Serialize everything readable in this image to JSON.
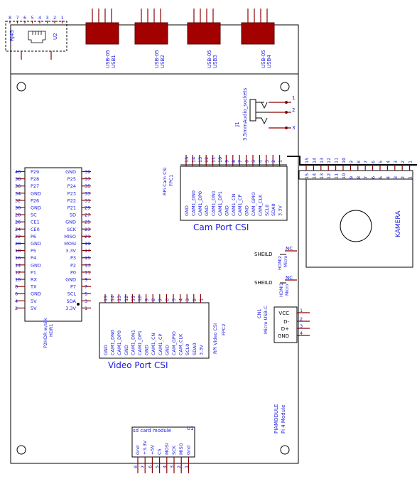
{
  "board": {
    "name": "PIAMODULE",
    "subtitle": "Pi 4 Module"
  },
  "rj45": {
    "ref": "U2",
    "name": "RJ45",
    "pins": [
      "8",
      "7",
      "6",
      "5",
      "4",
      "3",
      "2",
      "1"
    ]
  },
  "usb": [
    {
      "type": "USB-05",
      "ref": "USB1"
    },
    {
      "type": "USB-05",
      "ref": "USB2"
    },
    {
      "type": "USB-05",
      "ref": "USB3"
    },
    {
      "type": "USB-05",
      "ref": "USB4"
    }
  ],
  "audio": {
    "ref": "J1",
    "name": "3.5mmAudio_sockets",
    "pins": [
      "1",
      "2",
      "3"
    ]
  },
  "hdr": {
    "ref": "HDR1",
    "name": "P2HDR w/silk",
    "left_nums": [
      "40",
      "38",
      "36",
      "34",
      "32",
      "30",
      "28",
      "26",
      "24",
      "22",
      "20",
      "18",
      "16",
      "14",
      "12",
      "10",
      "8",
      "6",
      "4",
      "2"
    ],
    "left_labels": [
      "P29",
      "P28",
      "P27",
      "GND",
      "P26",
      "GND",
      "SC",
      "CE1",
      "CE0",
      "P6",
      "GND",
      "P5",
      "P4",
      "GND",
      "P1",
      "RX",
      "TX",
      "GND",
      "5V",
      "5V"
    ],
    "right_labels": [
      "GND",
      "P25",
      "P24",
      "P23",
      "P22",
      "P21",
      "SD",
      "GND",
      "SCK",
      "MISO",
      "MOSI",
      "3.3V",
      "P3",
      "P2",
      "P0",
      "GND",
      "P7",
      "SCL",
      "SDA",
      "3.3V"
    ],
    "right_nums": [
      "39",
      "37",
      "35",
      "33",
      "31",
      "29",
      "27",
      "25",
      "23",
      "21",
      "19",
      "17",
      "15",
      "13",
      "11",
      "9",
      "7",
      "5",
      "3",
      "1"
    ]
  },
  "cam_port": {
    "ref": "FPC1",
    "name": "RPi Cam CSI",
    "title": "Cam Port CSI",
    "nums": [
      "15",
      "14",
      "13",
      "12",
      "11",
      "10",
      "9",
      "8",
      "7",
      "6",
      "5",
      "4",
      "3",
      "2",
      "1"
    ],
    "labels": [
      "GND",
      "CAM1_DN0",
      "CAM1_DP0",
      "GND",
      "CAM1_DN1",
      "CAM1_DP1",
      "GND",
      "CAM1_CN",
      "CAM1_CP",
      "GND",
      "CAM_GPIO",
      "CAM_CLK",
      "SCL0",
      "SDA0",
      "3.3V"
    ]
  },
  "video_port": {
    "ref": "FPC2",
    "name": "RPi Video CSI",
    "title": "Video Port CSI",
    "nums": [
      "15",
      "14",
      "13",
      "12",
      "11",
      "10",
      "9",
      "8",
      "7",
      "6",
      "5",
      "4",
      "3",
      "2",
      "1"
    ],
    "labels": [
      "GND",
      "CAM1_DN0",
      "CAM1_DP0",
      "GND",
      "CAM1_DN1",
      "CAM1_DP1",
      "GND",
      "CAM1_CN",
      "CAM1_CP",
      "GND",
      "CAM_GPIO",
      "CAM_CLK",
      "SCL0",
      "SDA0",
      "3.3V"
    ]
  },
  "camera": {
    "name": "KAMERA",
    "nums": [
      "15",
      "14",
      "13",
      "12",
      "11",
      "10",
      "9",
      "8",
      "7",
      "6",
      "5",
      "4",
      "3",
      "2",
      "1"
    ]
  },
  "hdmi": [
    {
      "ref": "HDMI2",
      "type": "Micro",
      "label": "SHEILD",
      "nc": "NC"
    },
    {
      "ref": "HDMI1",
      "type": "Micro",
      "label": "SHEILD",
      "nc": "NC"
    }
  ],
  "usb_c": {
    "ref": "CN1",
    "name": "Micro USB-C",
    "labels": [
      "VCC",
      "D-",
      "D+",
      "GND"
    ],
    "nums": [
      "1",
      "2",
      "3",
      "4"
    ]
  },
  "sd": {
    "ref": "U1",
    "name": "sd card module",
    "labels": [
      "Gnd",
      "+3.3V",
      "+5V",
      "CS",
      "MOSI",
      "SCK",
      "MISO",
      "Gnd"
    ],
    "nums": [
      "8",
      "7",
      "6",
      "5",
      "4",
      "3",
      "2",
      "1"
    ]
  }
}
